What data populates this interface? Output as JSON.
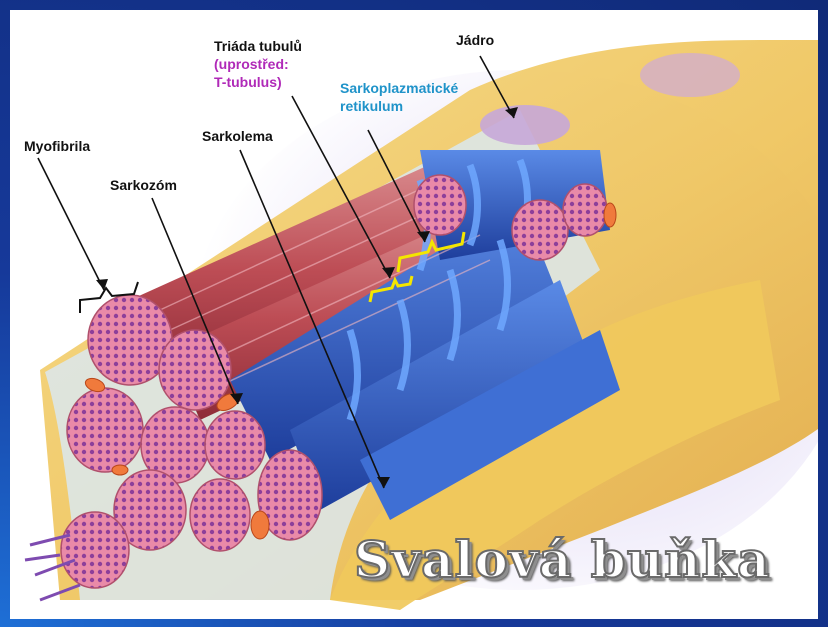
{
  "title": "Svalová buňka",
  "labels": {
    "myofibril": "Myofibrila",
    "sarcosome": "Sarkozóm",
    "sarcolemma": "Sarkolema",
    "triad_line1": "Triáda tubulů",
    "triad_line2": "(uprostřed:",
    "triad_line3": "T-tubulus)",
    "sr_line1": "Sarkoplazmatické",
    "sr_line2": "retikulum",
    "nucleus": "Jádro"
  },
  "colors": {
    "label_text": "#111111",
    "t_tubule_label": "#b02ab8",
    "sr_label": "#1f93c9",
    "bracket": "#f4e600",
    "sarcolemma": "#f0cc6a",
    "myofibril": "#c95a5e",
    "reticulum": "#2b5fc8",
    "frame": "#16399a"
  }
}
